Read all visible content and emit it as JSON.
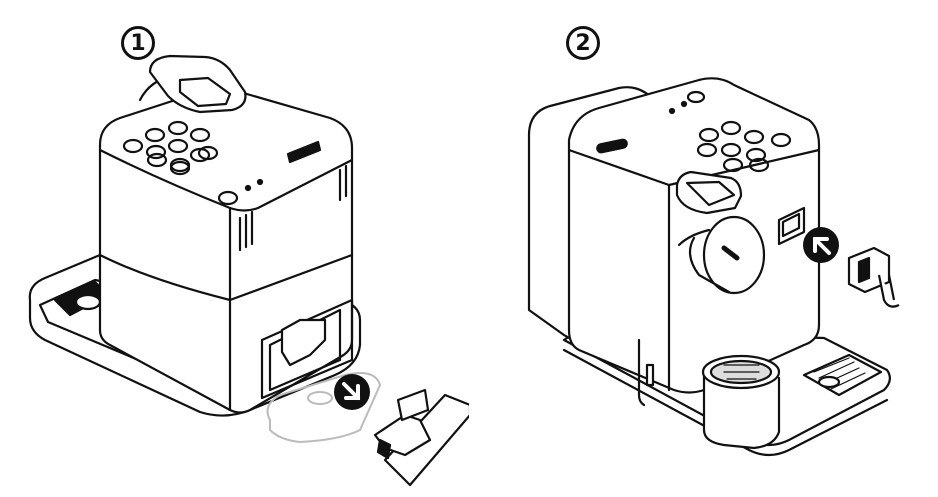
{
  "steps": [
    {
      "label": "1",
      "action": "remove",
      "arrow_icon": "arrow-down-right-icon"
    },
    {
      "label": "2",
      "action": "insert",
      "arrow_icon": "arrow-up-left-icon"
    }
  ],
  "colors": {
    "line": "#111111",
    "ghost": "#bbbbbb",
    "fill": "#ffffff"
  }
}
